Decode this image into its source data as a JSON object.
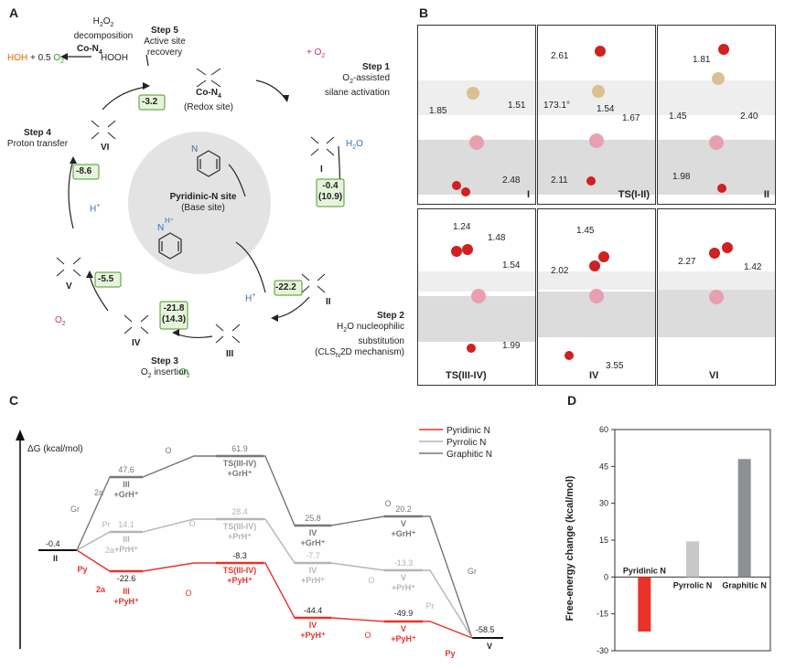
{
  "panels": {
    "a": "A",
    "b": "B",
    "c": "C",
    "d": "D"
  },
  "panel_a": {
    "h2o2_decomp": [
      "H",
      "O",
      "decomposition"
    ],
    "con4_arrow": "Co-N",
    "hoh_products": {
      "hoh": "HOH",
      "plus": "+ 0.5",
      "o2": "O"
    },
    "hooh": "HOOH",
    "step5": {
      "title": "Step 5",
      "l1": "Active site",
      "l2": "recovery"
    },
    "step1": {
      "title": "Step 1",
      "l1": "O",
      "l1b": "-assisted",
      "l2": "silane activation"
    },
    "step2": {
      "title": "Step 2",
      "l1": "H",
      "l1b": "O nucleophilic",
      "l2": "substitution",
      "l3": "(CLS",
      "l3b": "2D mechanism)"
    },
    "step3": {
      "title": "Step 3",
      "l1": "O",
      "l1b": " insertion"
    },
    "step4": {
      "title": "Step 4",
      "l1": "Proton transfer"
    },
    "con4_center": {
      "name": "Co-N",
      "sub": "(Redox site)"
    },
    "pyridinic": {
      "title": "Pyridinic-N site",
      "sub": "(Base site)"
    },
    "energies": [
      "-3.2",
      "-0.4",
      "(10.9)",
      "-22.2",
      "-21.8",
      "(14.3)",
      "-5.5",
      "-8.6"
    ],
    "roman": [
      "I",
      "II",
      "III",
      "IV",
      "V",
      "VI"
    ],
    "h2o": "H",
    "hplus": "H",
    "o2": "O"
  },
  "panel_b": {
    "boxes": [
      {
        "cap": "I",
        "d": [
          "1.85",
          "1.51",
          "2.48"
        ]
      },
      {
        "cap": "TS(I-II)",
        "d": [
          "2.61",
          "173.1°",
          "1.54",
          "1.67",
          "2.11"
        ]
      },
      {
        "cap": "II",
        "d": [
          "1.81",
          "1.45",
          "2.40",
          "1.98"
        ]
      },
      {
        "cap": "TS(III-IV)",
        "d": [
          "1.24",
          "1.48",
          "1.54",
          "1.99"
        ]
      },
      {
        "cap": "IV",
        "d": [
          "1.45",
          "2.02",
          "3.55"
        ]
      },
      {
        "cap": "VI",
        "d": [
          "2.27",
          "1.42"
        ]
      }
    ]
  },
  "panel_c": {
    "ylabel": "ΔG (kcal/mol)",
    "legend": [
      {
        "name": "Pyridinic N",
        "color": "#e8332a"
      },
      {
        "name": "Pyrrolic N",
        "color": "#b4b4b4"
      },
      {
        "name": "Graphitic N",
        "color": "#777777"
      }
    ],
    "start": {
      "value": "-0.4",
      "label": "II"
    },
    "end": {
      "value": "-58.5",
      "label": "V"
    },
    "gr": {
      "values": [
        "47.6",
        "61.9",
        "25.8",
        "20.2"
      ],
      "labels": [
        [
          "III",
          "+GrH⁺"
        ],
        [
          "TS(III-IV)",
          "+GrH⁺"
        ],
        [
          "IV",
          "+GrH⁺"
        ],
        [
          "V",
          "+GrH⁺"
        ]
      ],
      "tags": {
        "branch": "Gr",
        "a": "2a",
        "o2a": "O",
        "o2b": "O",
        "out": "Gr"
      }
    },
    "pr": {
      "values": [
        "14.1",
        "28.4",
        "-7.7",
        "-13.3"
      ],
      "labels": [
        [
          "III",
          "+PrH⁺"
        ],
        [
          "TS(III-IV)",
          "+PrH⁺"
        ],
        [
          "IV",
          "+PrH⁺"
        ],
        [
          "V",
          "+PrH⁺"
        ]
      ],
      "tags": {
        "branch": "Pr",
        "a": "2a",
        "o2a": "O",
        "o2b": "O",
        "out": "Pr"
      }
    },
    "py": {
      "values": [
        "-22.6",
        "-8.3",
        "-44.4",
        "-49.9"
      ],
      "labels": [
        [
          "III",
          "+PyH⁺"
        ],
        [
          "TS(III-IV)",
          "+PyH⁺"
        ],
        [
          "IV",
          "+PyH⁺"
        ],
        [
          "V",
          "+PyH⁺"
        ]
      ],
      "tags": {
        "branch": "Py",
        "a": "2a",
        "o2a": "O",
        "o2b": "O",
        "out": "Py"
      }
    }
  },
  "chart_data": {
    "type": "bar",
    "categories": [
      "Pyridinic N",
      "Pyrrolic N",
      "Graphitic N"
    ],
    "values": [
      -22.2,
      14.5,
      48.0
    ],
    "colors": [
      "#e8332a",
      "#c8c8c8",
      "#8c9196"
    ],
    "ylabel": "Free-energy change (kcal/mol)",
    "ylim": [
      -30,
      60
    ],
    "yticks": [
      "-30",
      "-15",
      "0",
      "15",
      "30",
      "45",
      "60"
    ],
    "grid": false
  }
}
